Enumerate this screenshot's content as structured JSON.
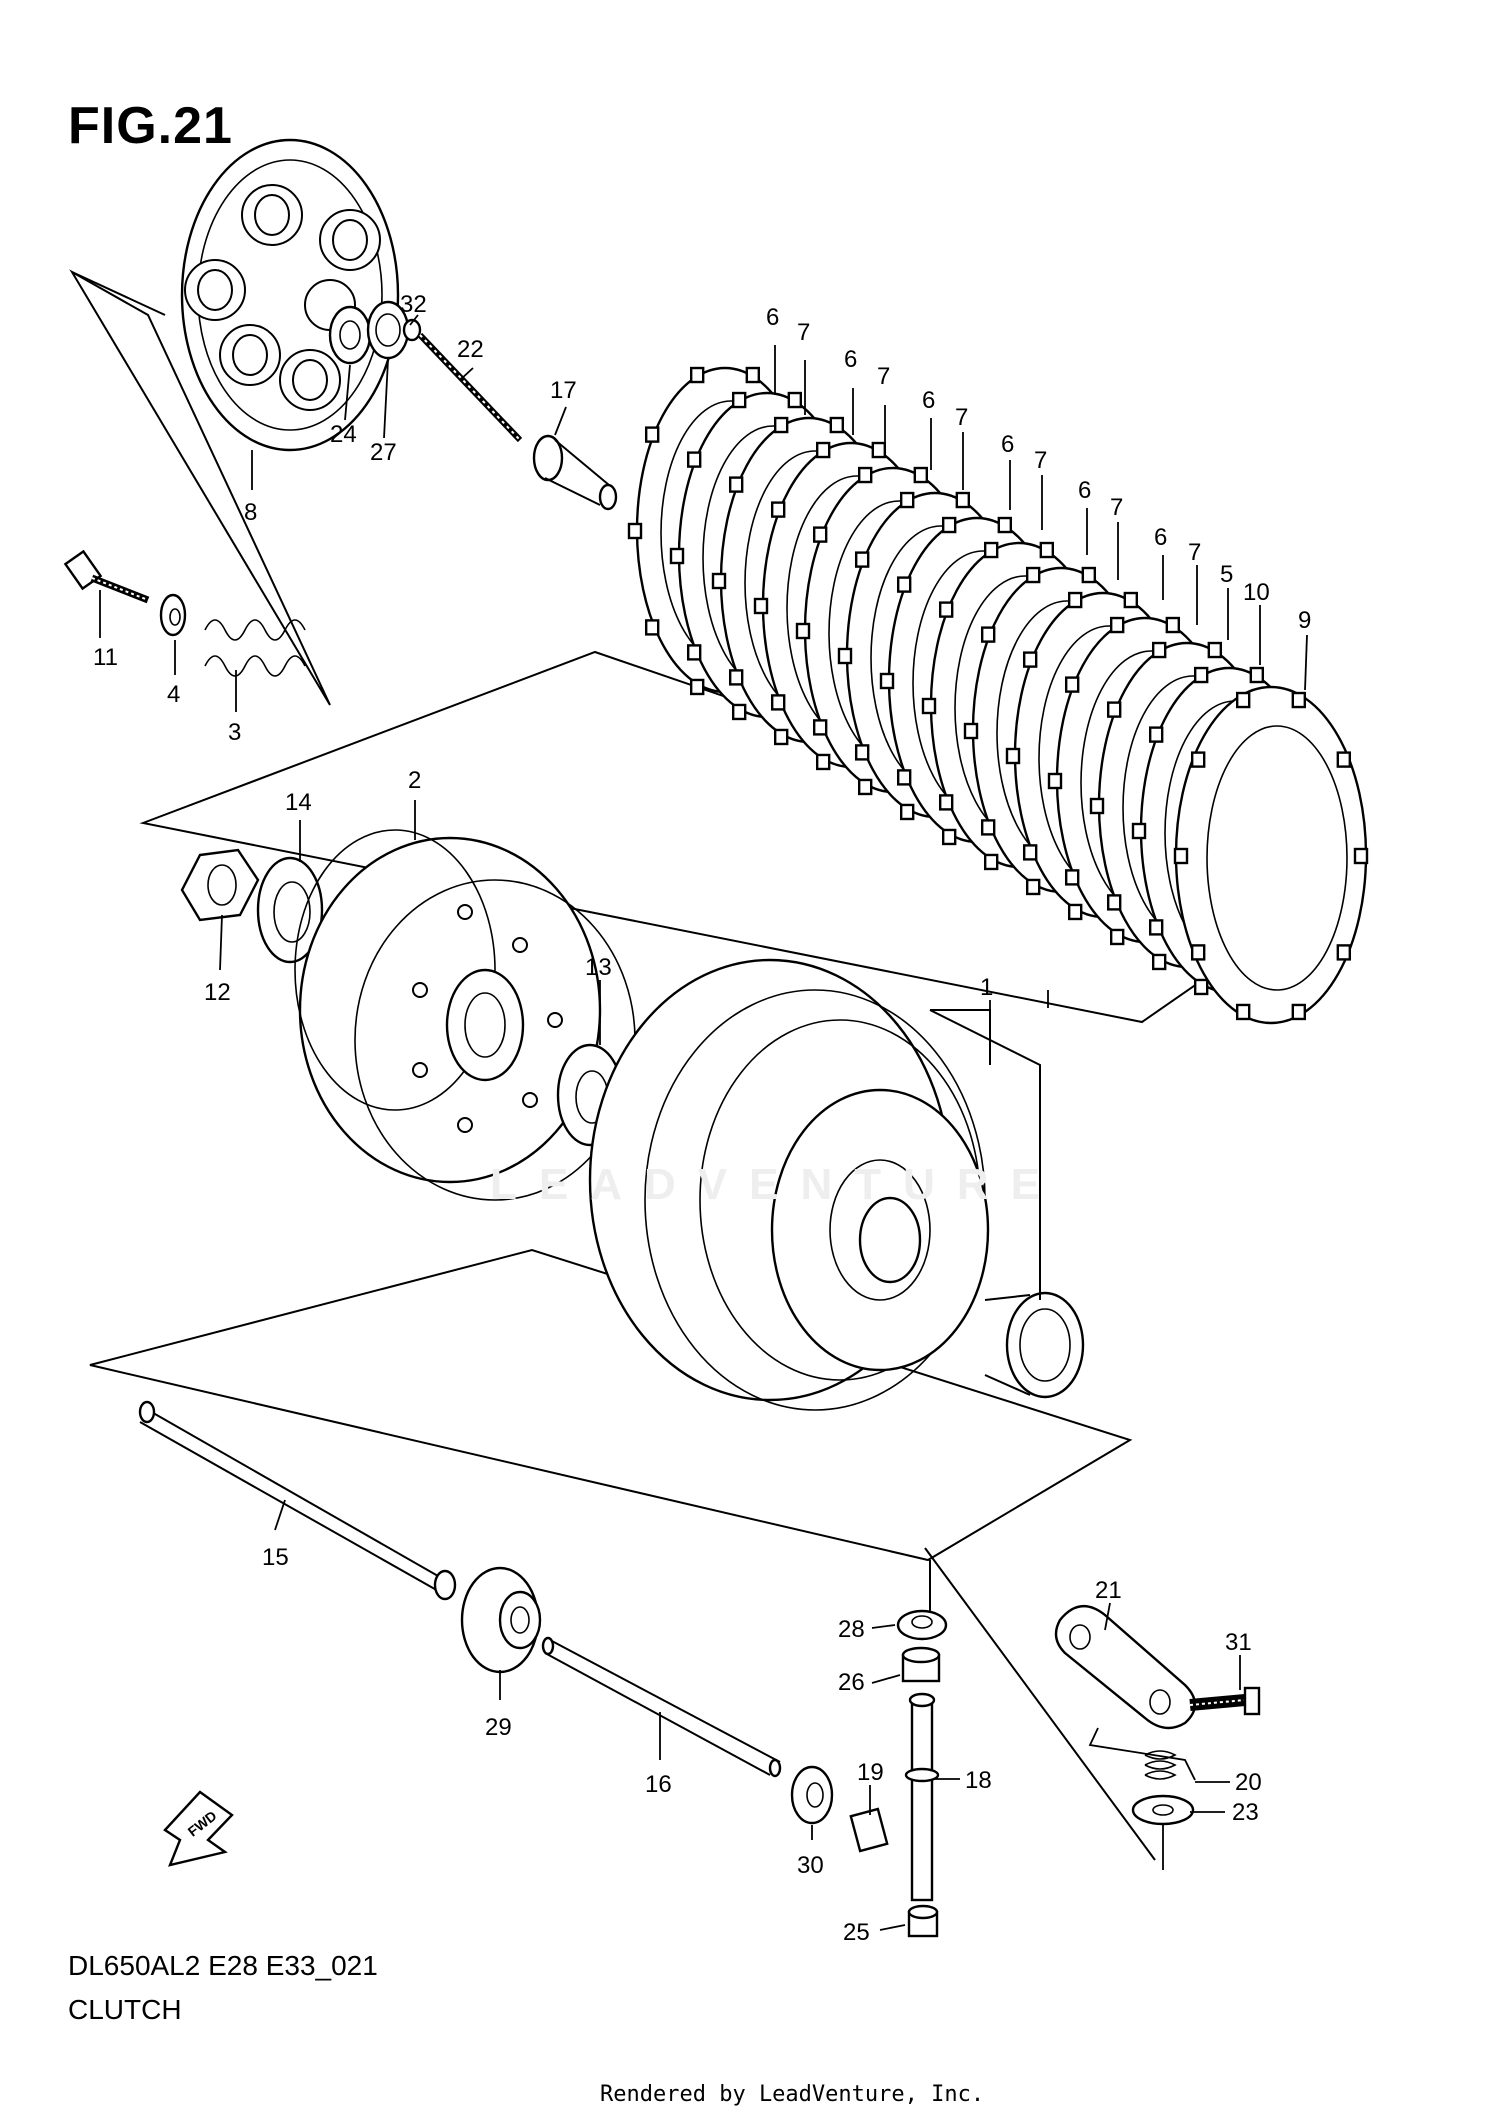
{
  "figure": {
    "title": "FIG.21",
    "model_code": "DL650AL2 E28 E33_021",
    "section": "CLUTCH",
    "footer": "Rendered by LeadVenture, Inc.",
    "watermark": "LEADVENTURE",
    "direction_label": "FWD"
  },
  "callouts": [
    {
      "id": "c6a",
      "label": "6"
    },
    {
      "id": "c7a",
      "label": "7"
    },
    {
      "id": "c6b",
      "label": "6"
    },
    {
      "id": "c7b",
      "label": "7"
    },
    {
      "id": "c6c",
      "label": "6"
    },
    {
      "id": "c7c",
      "label": "7"
    },
    {
      "id": "c6d",
      "label": "6"
    },
    {
      "id": "c7d",
      "label": "7"
    },
    {
      "id": "c6e",
      "label": "6"
    },
    {
      "id": "c7e",
      "label": "7"
    },
    {
      "id": "c6f",
      "label": "6"
    },
    {
      "id": "c7f",
      "label": "7"
    },
    {
      "id": "c5",
      "label": "5"
    },
    {
      "id": "c10",
      "label": "10"
    },
    {
      "id": "c9",
      "label": "9"
    },
    {
      "id": "c32",
      "label": "32"
    },
    {
      "id": "c22",
      "label": "22"
    },
    {
      "id": "c17",
      "label": "17"
    },
    {
      "id": "c24",
      "label": "24"
    },
    {
      "id": "c27",
      "label": "27"
    },
    {
      "id": "c8",
      "label": "8"
    },
    {
      "id": "c11",
      "label": "11"
    },
    {
      "id": "c4",
      "label": "4"
    },
    {
      "id": "c3",
      "label": "3"
    },
    {
      "id": "c14",
      "label": "14"
    },
    {
      "id": "c2",
      "label": "2"
    },
    {
      "id": "c12",
      "label": "12"
    },
    {
      "id": "c13",
      "label": "13"
    },
    {
      "id": "c1",
      "label": "1"
    },
    {
      "id": "c15",
      "label": "15"
    },
    {
      "id": "c29",
      "label": "29"
    },
    {
      "id": "c16",
      "label": "16"
    },
    {
      "id": "c30",
      "label": "30"
    },
    {
      "id": "c28",
      "label": "28"
    },
    {
      "id": "c26",
      "label": "26"
    },
    {
      "id": "c19",
      "label": "19"
    },
    {
      "id": "c18",
      "label": "18"
    },
    {
      "id": "c25",
      "label": "25"
    },
    {
      "id": "c21",
      "label": "21"
    },
    {
      "id": "c31",
      "label": "31"
    },
    {
      "id": "c20",
      "label": "20"
    },
    {
      "id": "c23",
      "label": "23"
    }
  ]
}
